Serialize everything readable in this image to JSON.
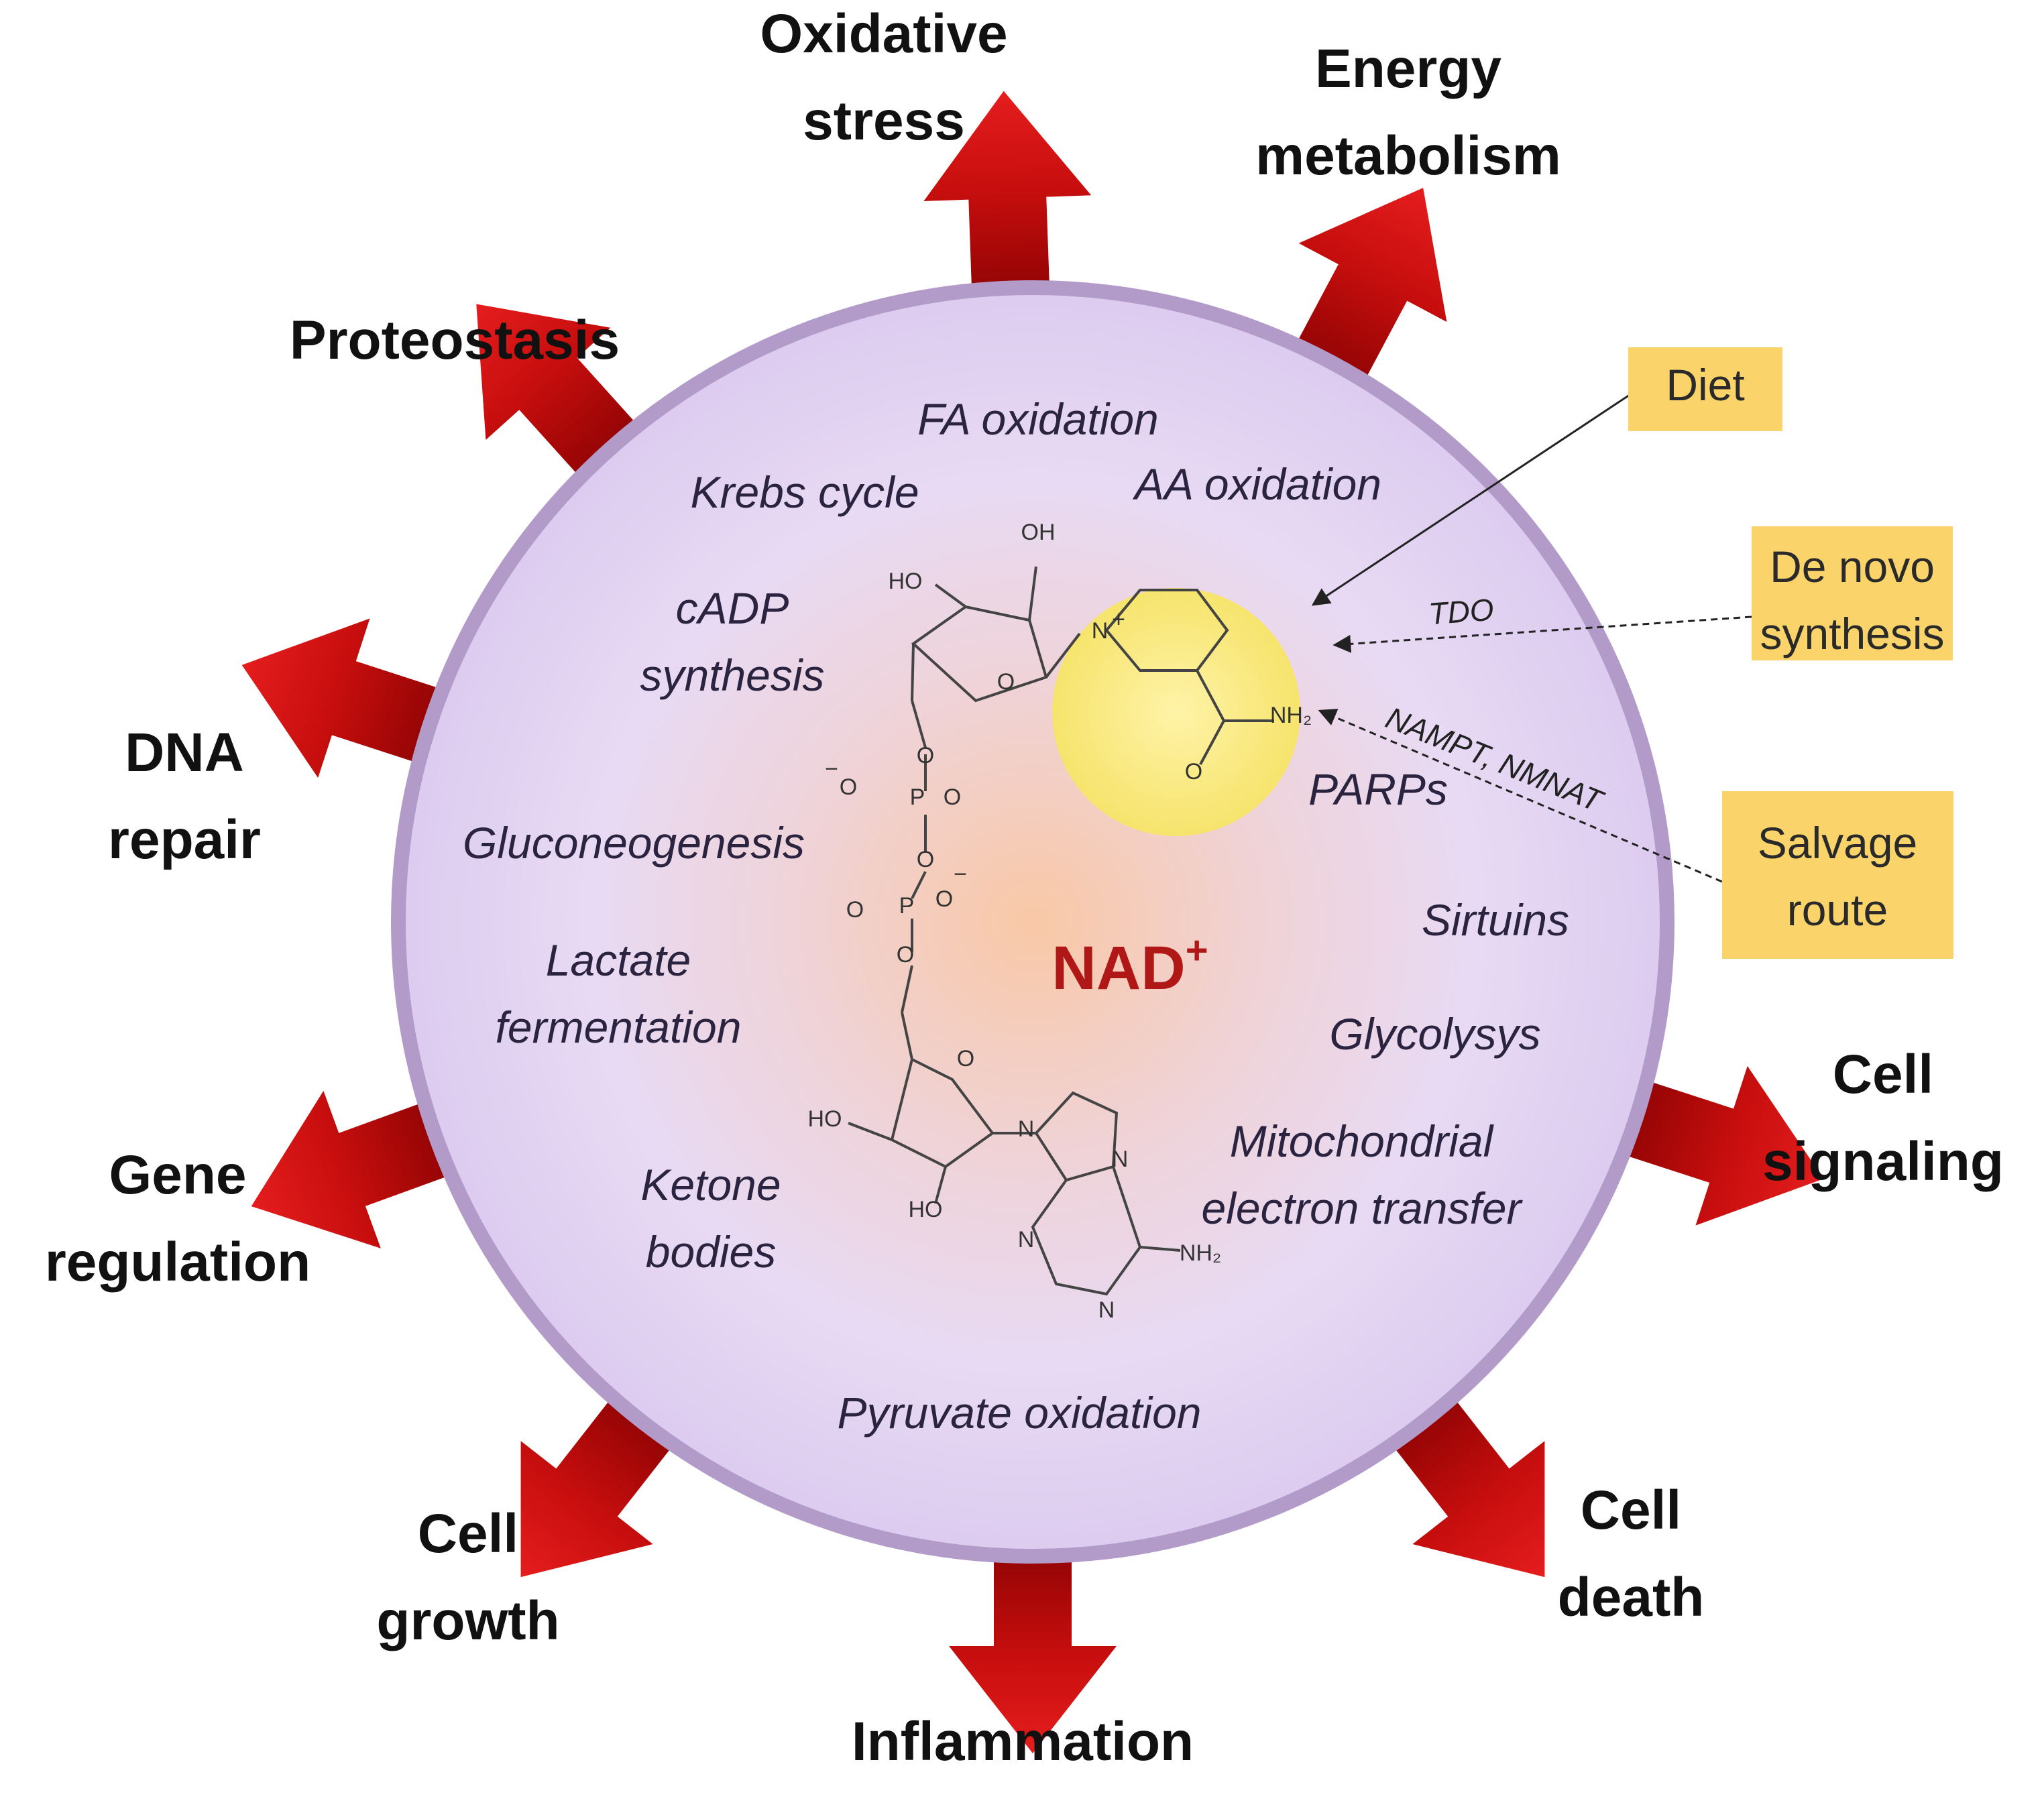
{
  "center": {
    "line1": "NAD",
    "superscript": "+"
  },
  "outcomes": [
    {
      "id": "oxidative-stress",
      "lines": [
        "Oxidative",
        "stress"
      ]
    },
    {
      "id": "energy-metabolism",
      "lines": [
        "Energy",
        "metabolism"
      ]
    },
    {
      "id": "proteostasis",
      "lines": [
        "Proteostasis"
      ]
    },
    {
      "id": "dna-repair",
      "lines": [
        "DNA",
        "repair"
      ]
    },
    {
      "id": "gene-regulation",
      "lines": [
        "Gene",
        "regulation"
      ]
    },
    {
      "id": "cell-growth",
      "lines": [
        "Cell",
        "growth"
      ]
    },
    {
      "id": "inflammation",
      "lines": [
        "Inflammation"
      ]
    },
    {
      "id": "cell-death",
      "lines": [
        "Cell",
        "death"
      ]
    },
    {
      "id": "cell-signaling",
      "lines": [
        "Cell",
        "signaling"
      ]
    }
  ],
  "processes": [
    {
      "id": "fa-oxidation",
      "lines": [
        "FA oxidation"
      ]
    },
    {
      "id": "krebs-cycle",
      "lines": [
        "Krebs cycle"
      ]
    },
    {
      "id": "aa-oxidation",
      "lines": [
        "AA oxidation"
      ]
    },
    {
      "id": "cadp-synthesis",
      "lines": [
        "cADP",
        "synthesis"
      ]
    },
    {
      "id": "gluconeogenesis",
      "lines": [
        "Gluconeogenesis"
      ]
    },
    {
      "id": "lactate-fermentation",
      "lines": [
        "Lactate",
        "fermentation"
      ]
    },
    {
      "id": "ketone-bodies",
      "lines": [
        "Ketone",
        "bodies"
      ]
    },
    {
      "id": "pyruvate-oxidation",
      "lines": [
        "Pyruvate oxidation"
      ]
    },
    {
      "id": "parps",
      "lines": [
        "PARPs"
      ]
    },
    {
      "id": "sirtuins",
      "lines": [
        "Sirtuins"
      ]
    },
    {
      "id": "glycolysys",
      "lines": [
        "Glycolysys"
      ]
    },
    {
      "id": "mitochondrial-electron-transfer",
      "lines": [
        "Mitochondrial",
        "electron transfer"
      ]
    }
  ],
  "sources": [
    {
      "id": "diet",
      "lines": [
        "Diet"
      ],
      "enzyme": ""
    },
    {
      "id": "de-novo-synthesis",
      "lines": [
        "De novo",
        "synthesis"
      ],
      "enzyme": "TDO"
    },
    {
      "id": "salvage-route",
      "lines": [
        "Salvage",
        "route"
      ],
      "enzyme": "NAMPT, NMNAT"
    }
  ],
  "molecule_labels": {
    "oh": "OH",
    "ho": "HO",
    "o": "O",
    "p": "P",
    "n": "N",
    "nh2": "NH₂",
    "minus": "−",
    "plus": "+"
  },
  "colors": {
    "disc_fill": "#e6d9f5",
    "disc_rim": "#b9a3cf",
    "center_glow": "#f8c9a8",
    "highlight": "#fbea7a",
    "arrow_dark": "#8f0000",
    "arrow_light": "#dd1a1a",
    "source_box": "#fad46a",
    "center_text": "#b01818"
  }
}
